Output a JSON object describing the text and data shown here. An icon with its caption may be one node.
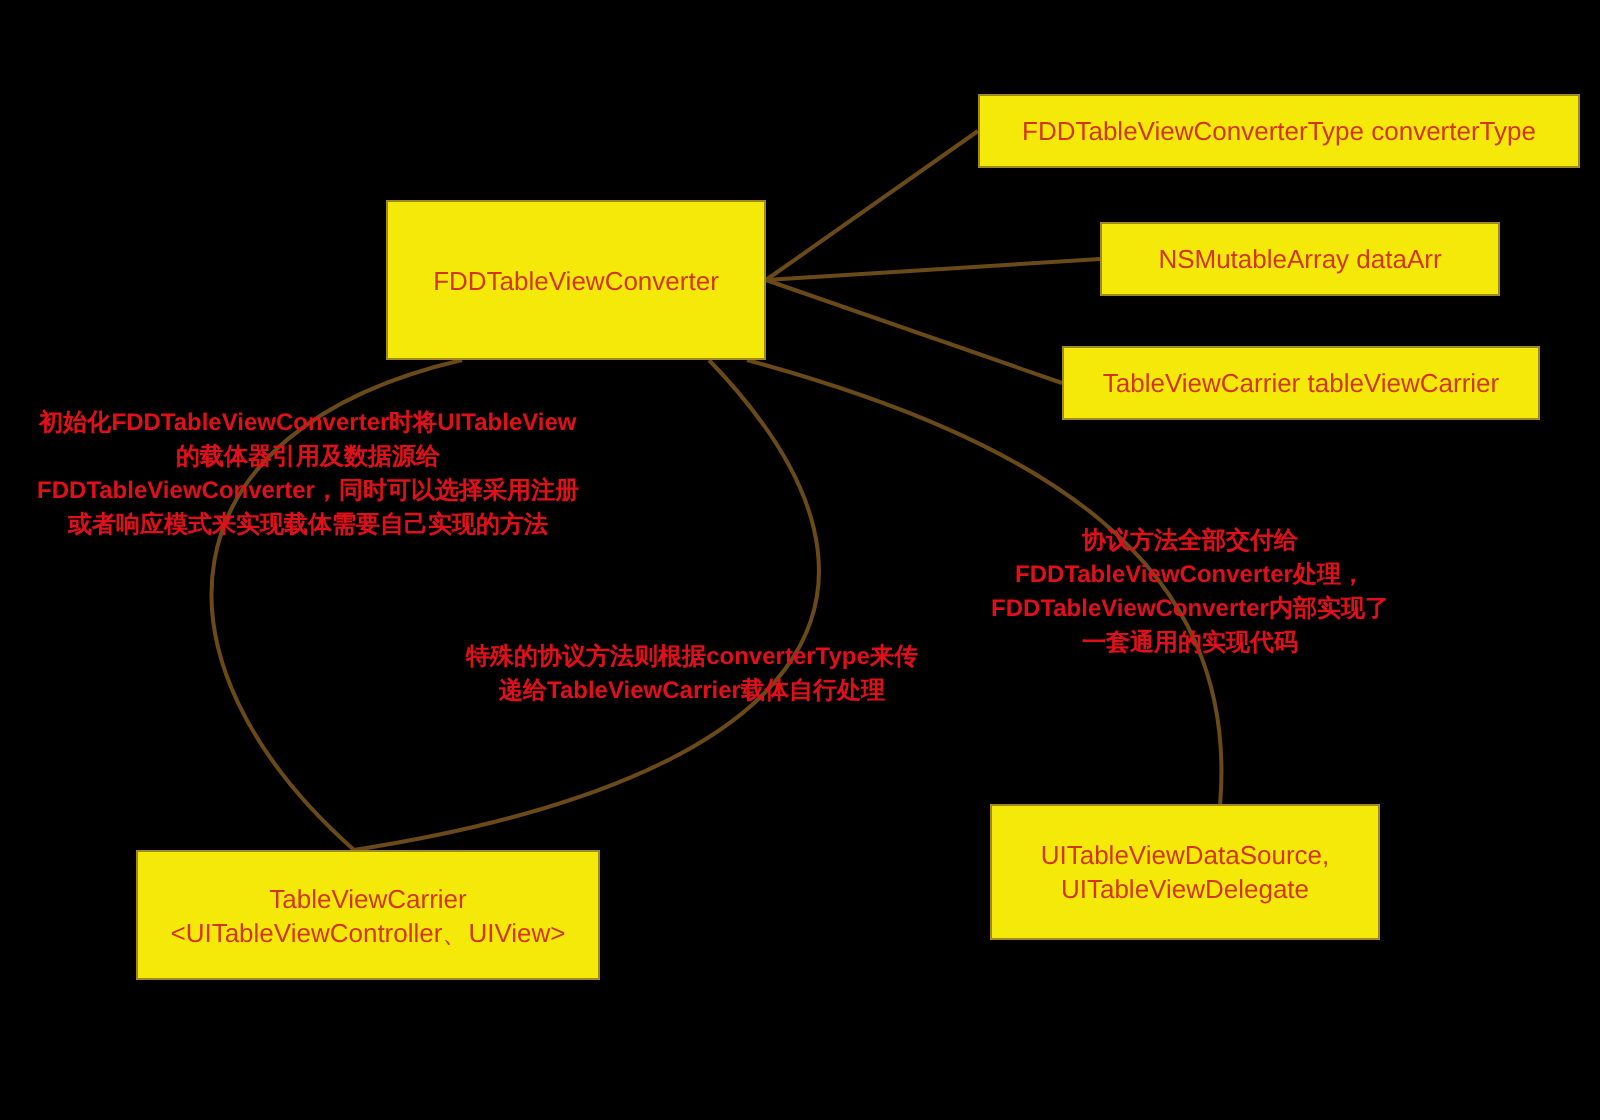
{
  "diagram": {
    "nodes": [
      {
        "text": [
          "FDDTableViewConverter"
        ]
      },
      {
        "text": [
          "FDDTableViewConverterType converterType"
        ]
      },
      {
        "text": [
          "NSMutableArray dataArr"
        ]
      },
      {
        "text": [
          "TableViewCarrier tableViewCarrier"
        ]
      },
      {
        "text": [
          "TableViewCarrier <UITableViewController、UIView>"
        ]
      },
      {
        "text": [
          "UITableViewDataSource, UITableViewDelegate"
        ]
      }
    ],
    "edges": [
      {
        "from": 0,
        "to": 1,
        "arrow": "none"
      },
      {
        "from": 0,
        "to": 2,
        "arrow": "none"
      },
      {
        "from": 0,
        "to": 3,
        "arrow": "none"
      },
      {
        "from": 0,
        "to": 4,
        "arrow": "none",
        "label": "初始化FDDTableViewConverter时将UITableView的载体器引用及数据源给FDDTableViewConverter，同时可以选择采用注册或者响应模式来实现载体需要自己实现的方法"
      },
      {
        "from": 0,
        "to": 4,
        "arrow": "none",
        "label": "特殊的协议方法则根据converterType来传递给TableViewCarrier载体自行处理"
      },
      {
        "from": 0,
        "to": 5,
        "arrow": "none",
        "label": "协议方法全部交付给FDDTableViewConverter处理，FDDTableViewConverter内部实现了一套通用的实现代码"
      }
    ]
  }
}
